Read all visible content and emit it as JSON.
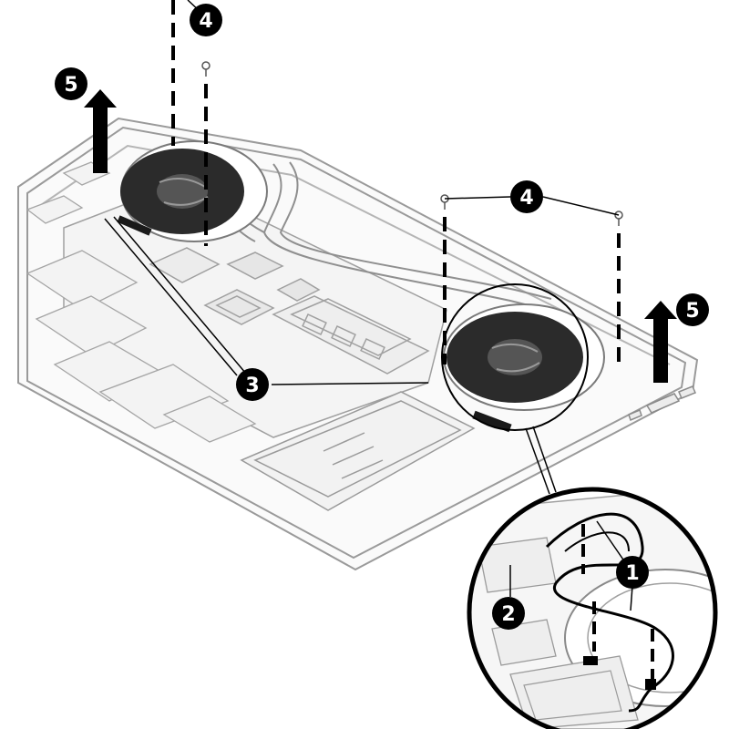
{
  "callouts": {
    "c1": "1",
    "c2": "2",
    "c3": "3",
    "c4a": "4",
    "c4b": "4",
    "c5a": "5",
    "c5b": "5"
  },
  "colors": {
    "line": "#000000",
    "callout_fill": "#000000",
    "callout_text": "#ffffff",
    "part_stroke": "#9a9a9a",
    "part_fill": "#f6f6f6",
    "fan_fill": "#2b2b2b"
  },
  "icons": [
    "screw-icon",
    "up-arrow-icon",
    "fan-icon",
    "heat-pipe-icon",
    "magnifier-circle-icon"
  ]
}
